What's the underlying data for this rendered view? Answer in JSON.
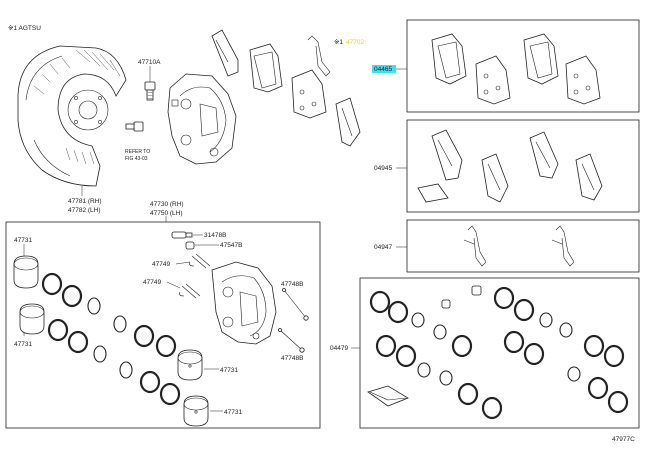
{
  "figure_id": "47977C",
  "note": "※1 AGTSU",
  "callouts": {
    "p47781": "47781 (RH)",
    "p47782": "47782 (LH)",
    "p47710a": "47710A",
    "refer_line1": "REFER TO",
    "refer_line2": "FIG 43-03",
    "marker_1": "※1",
    "marker_1_text": "47702",
    "p04465": "04465",
    "p04945": "04945",
    "p04947": "04947",
    "p04479": "04479",
    "p47730": "47730 (RH)",
    "p47750": "47750 (LH)",
    "p47731_a": "47731",
    "p47731_b": "47731",
    "p47731_c": "47731",
    "p47731_d": "47731",
    "p31478b": "31478B",
    "p47547b": "47547B",
    "p47749_a": "47749",
    "p47749_b": "47749",
    "p47748b_a": "47748B",
    "p47748b_b": "47748B"
  },
  "colors": {
    "line": "#222222",
    "highlight": "#3ee0f0",
    "marker_text": "#e6d800"
  }
}
